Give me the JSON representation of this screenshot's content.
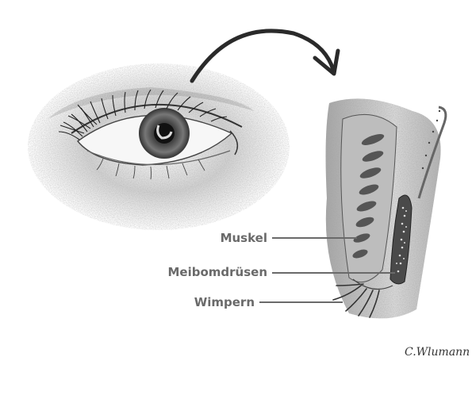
{
  "labels": {
    "muscle": "Muskel",
    "meibomian_glands": "Meibomdrüsen",
    "eyelashes": "Wimpern"
  },
  "signature": "C.Wlumann",
  "colors": {
    "label_text": "#6a6a6a",
    "leader_line": "#6a6a6a",
    "arrow": "#2a2a2a",
    "sketch": "#555555"
  },
  "icons": [
    "eye-illustration",
    "curved-arrow-icon",
    "eyelid-cross-section-illustration"
  ]
}
